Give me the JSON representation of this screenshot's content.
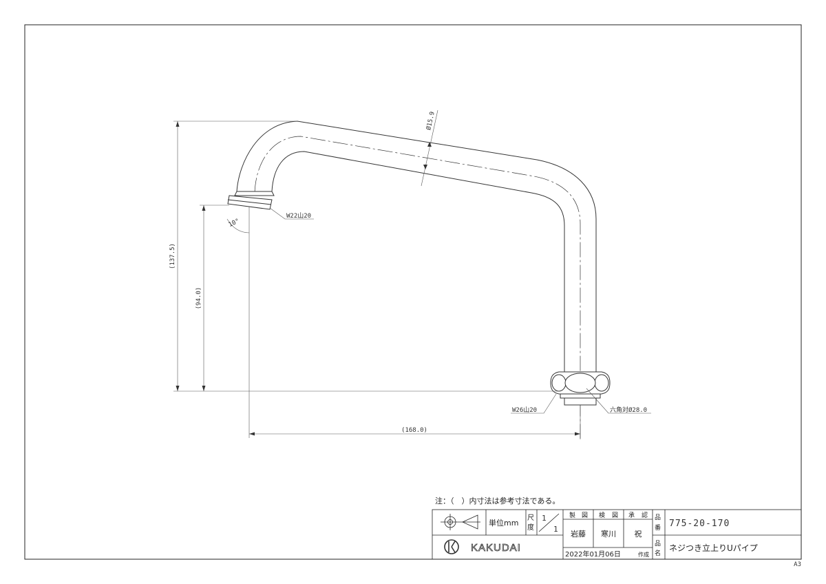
{
  "dimensions": {
    "height_total": "(137.5)",
    "height_outlet": "(94.0)",
    "width_total": "(168.0)",
    "pipe_diameter": "Ø15.9",
    "angle": "10°",
    "outlet_thread": "W22山20",
    "inlet_thread": "W26山20",
    "hex_size": "六角対Ø28.0"
  },
  "note": "注：（　）内寸法は参考寸法である。",
  "title_block": {
    "unit_label": "単位mm",
    "scale_label_1": "尺",
    "scale_label_2": "度",
    "scale_num": "1",
    "scale_den": "1",
    "role_made_1": "製",
    "role_made_2": "図",
    "role_check_1": "検",
    "role_check_2": "図",
    "role_approve_1": "承",
    "role_approve_2": "認",
    "name_made": "岩藤",
    "name_check": "寒川",
    "name_approve": "祝",
    "date": "2022年01月06日",
    "created_label": "作成",
    "part_no_label_1": "品",
    "part_no_label_2": "番",
    "part_no": "775-20-170",
    "part_name_label_1": "品",
    "part_name_label_2": "名",
    "part_name": "ネジつき立上りUパイプ",
    "logo_text": "KAKUDAI"
  },
  "sheet_size": "A3"
}
